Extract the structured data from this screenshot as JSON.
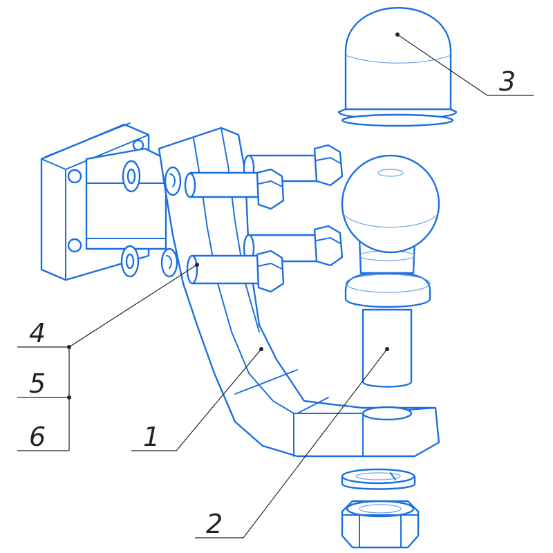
{
  "colors": {
    "outline": "#1a6fe0",
    "leader": "#222222",
    "background": "#ffffff"
  },
  "callouts": [
    {
      "id": "1",
      "label": "1"
    },
    {
      "id": "2",
      "label": "2"
    },
    {
      "id": "3",
      "label": "3"
    },
    {
      "id": "4",
      "label": "4"
    },
    {
      "id": "5",
      "label": "5"
    },
    {
      "id": "6",
      "label": "6"
    }
  ]
}
